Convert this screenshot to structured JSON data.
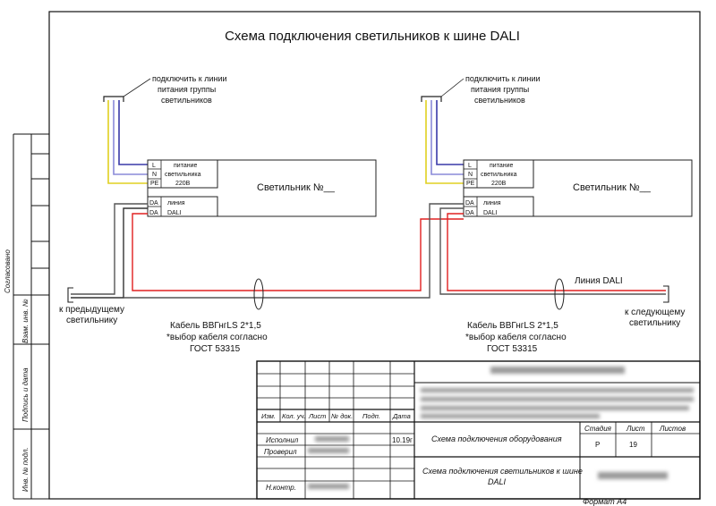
{
  "title": "Схема подключения светильников к шине DALI",
  "fixtures": [
    {
      "supply_note": [
        "подключить к линии",
        "питания группы",
        "светильников"
      ],
      "terminals": {
        "L": "L",
        "N": "N",
        "PE": "PE",
        "DA1": "DA",
        "DA2": "DA"
      },
      "power_label": [
        "питание",
        "светильника",
        "220В"
      ],
      "dali_label": [
        "линия",
        "DALI"
      ],
      "name": "Светильник №__"
    },
    {
      "supply_note": [
        "подключить к линии",
        "питания группы",
        "светильников"
      ],
      "terminals": {
        "L": "L",
        "N": "N",
        "PE": "PE",
        "DA1": "DA",
        "DA2": "DA"
      },
      "power_label": [
        "питание",
        "светильника",
        "220В"
      ],
      "dali_label": [
        "линия",
        "DALI"
      ],
      "name": "Светильник №__"
    }
  ],
  "to_previous": [
    "к предыдущему",
    "светильнику"
  ],
  "to_next": [
    "к следующему",
    "светильнику"
  ],
  "dali_line_label": "Линия DALI",
  "cable_notes": [
    [
      "Кабель ВВГнгLS 2*1,5",
      "*выбор кабеля согласно",
      "ГОСТ 53315"
    ],
    [
      "Кабель ВВГнгLS 2*1,5",
      "*выбор кабеля согласно",
      "ГОСТ 53315"
    ]
  ],
  "side_stamp": [
    "Согласовано",
    "Взам. инв. №",
    "Подпись и дата",
    "Инв. № подл."
  ],
  "title_block": {
    "col_headers": [
      "Изм.",
      "Кол. уч.",
      "Лист",
      "№ док.",
      "Подп.",
      "Дата"
    ],
    "roles": [
      "Исполнил",
      "Проверил",
      "Н.контр."
    ],
    "date": "10.19г",
    "doc_title": "Схема подключения оборудования",
    "sheet_title": [
      "Схема подключения светильников к шине",
      "DALI"
    ],
    "stage_header": "Стадия",
    "sheet_header": "Лист",
    "sheets_header": "Листов",
    "stage": "Р",
    "sheet": "19"
  },
  "format_label": "Формат А4",
  "colors": {
    "wire_L": "#3a3aa8",
    "wire_N": "#8a8ad8",
    "wire_PE": "#e0d020",
    "wire_dali": "#e02020",
    "wire_da": "#555555",
    "line": "#222222"
  }
}
